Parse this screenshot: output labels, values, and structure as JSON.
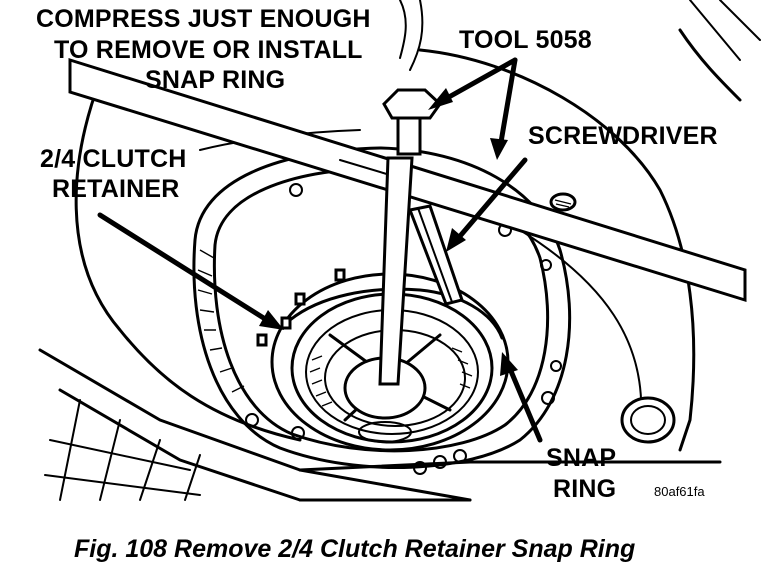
{
  "callouts": {
    "compress_line1": "COMPRESS JUST ENOUGH",
    "compress_line2": "TO REMOVE OR INSTALL",
    "compress_line3": "SNAP RING",
    "tool": "TOOL 5058",
    "screwdriver": "SCREWDRIVER",
    "retainer_line1": "2/4 CLUTCH",
    "retainer_line2": "RETAINER",
    "snap_ring_line1": "SNAP",
    "snap_ring_line2": "RING"
  },
  "image_code": "80af61fa",
  "caption": "Fig. 108 Remove 2/4 Clutch Retainer Snap Ring"
}
